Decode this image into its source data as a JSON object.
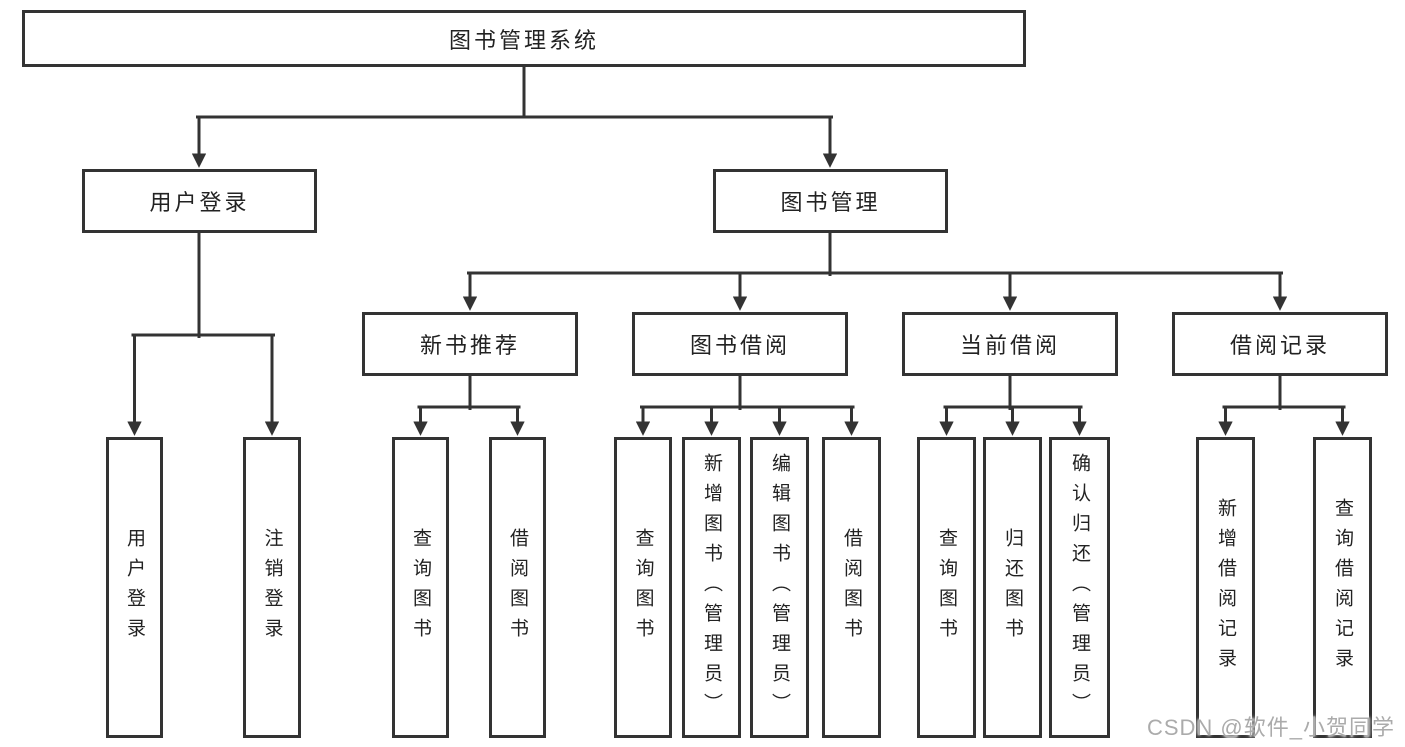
{
  "diagram": {
    "type": "tree",
    "nodes": {
      "root": {
        "label": "图书管理系统"
      },
      "level2": [
        {
          "label": "用户登录"
        },
        {
          "label": "图书管理"
        }
      ],
      "level3": [
        {
          "label": "新书推荐"
        },
        {
          "label": "图书借阅"
        },
        {
          "label": "当前借阅"
        },
        {
          "label": "借阅记录"
        }
      ],
      "leaves_user_login": [
        {
          "label": "用户登录"
        },
        {
          "label": "注销登录"
        }
      ],
      "leaves_new_book": [
        {
          "label": "查询图书"
        },
        {
          "label": "借阅图书"
        }
      ],
      "leaves_book_borrow": [
        {
          "label": "查询图书"
        },
        {
          "label": "新增图书（管理员）"
        },
        {
          "label": "编辑图书（管理员）"
        },
        {
          "label": "借阅图书"
        }
      ],
      "leaves_current_borrow": [
        {
          "label": "查询图书"
        },
        {
          "label": "归还图书"
        },
        {
          "label": "确认归还（管理员）"
        }
      ],
      "leaves_borrow_records": [
        {
          "label": "新增借阅记录"
        },
        {
          "label": "查询借阅记录"
        }
      ]
    },
    "colors": {
      "stroke": "#333333",
      "text": "#222222",
      "background": "#ffffff",
      "watermark": "#ababab"
    }
  },
  "watermark": {
    "text": "CSDN @软件_小贺同学"
  }
}
